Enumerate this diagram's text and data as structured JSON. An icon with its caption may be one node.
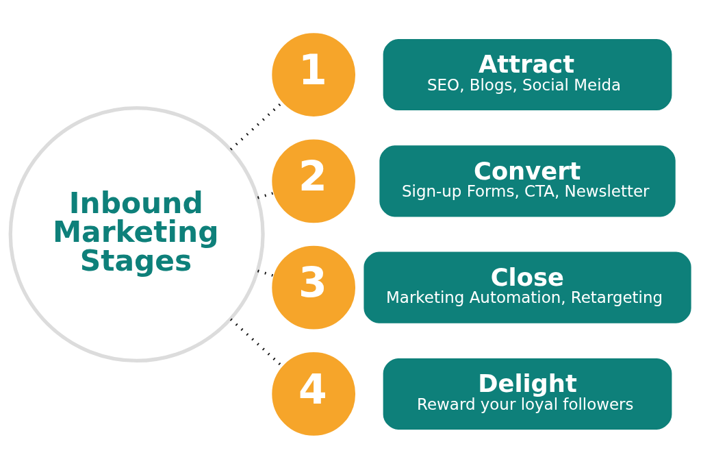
{
  "diagram": {
    "nodes": [
      {
        "text": [
          "Inbound Marketing Stages"
        ]
      },
      {
        "text": [
          "1"
        ]
      },
      {
        "text": [
          "Attract",
          "SEO, Blogs, Social Meida"
        ]
      },
      {
        "text": [
          "2"
        ]
      },
      {
        "text": [
          "Convert",
          "Sign-up Forms, CTA, Newsletter"
        ]
      },
      {
        "text": [
          "3"
        ]
      },
      {
        "text": [
          "Close",
          "Marketing Automation, Retargeting"
        ]
      },
      {
        "text": [
          "4"
        ]
      },
      {
        "text": [
          "Delight",
          "Reward your loyal followers"
        ]
      }
    ],
    "edges": [
      {
        "from": 0,
        "to": 1,
        "arrow": "none",
        "style": "dashed"
      },
      {
        "from": 0,
        "to": 3,
        "arrow": "none",
        "style": "dashed"
      },
      {
        "from": 0,
        "to": 5,
        "arrow": "none",
        "style": "dashed"
      },
      {
        "from": 0,
        "to": 7,
        "arrow": "none",
        "style": "dashed"
      }
    ]
  }
}
